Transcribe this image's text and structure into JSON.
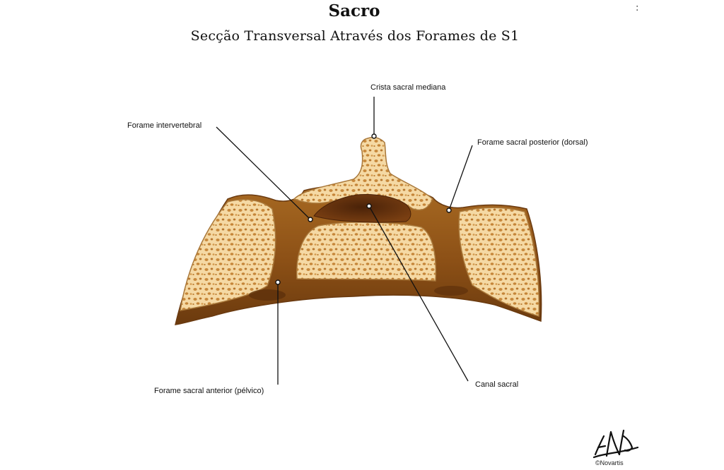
{
  "title": "Sacro",
  "subtitle": "Secção Transversal Através dos Forames de S1",
  "corner_mark": ":",
  "labels": {
    "crista": "Crista sacral mediana",
    "forame_intervertebral": "Forame intervertebral",
    "forame_posterior": "Forame sacral posterior (dorsal)",
    "forame_anterior": "Forame sacral anterior (pélvico)",
    "canal": "Canal sacral"
  },
  "copyright": "©Novartis",
  "colors": {
    "bone_fill": "#f4d6a0",
    "bone_outline": "#a9783a",
    "cortex_dark": "#8a5216",
    "cortex_mid": "#b07a34",
    "canal_dark": "#5e2f0c",
    "leader": "#111111"
  }
}
